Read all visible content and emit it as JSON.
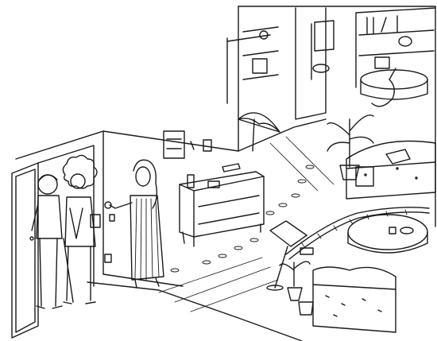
{
  "illustration": {
    "style": "black-ink line drawing",
    "ink_color": "#1a1a1a",
    "paper_color": "#ffffff",
    "figures": [
      {
        "name": "older-man",
        "icon": "person-with-cane"
      },
      {
        "name": "curly-hair-woman",
        "icon": "person-with-bag"
      },
      {
        "name": "woman-in-striped-robe",
        "icon": "person-gesturing"
      }
    ],
    "objects": [
      "open-front-door",
      "dresser-with-drawers",
      "umbrella",
      "floor-lamp",
      "potted-plant",
      "sofa",
      "armchair",
      "oval-coffee-table",
      "model-train-track",
      "bookshelf",
      "hanging-shelves",
      "light-switch"
    ]
  }
}
